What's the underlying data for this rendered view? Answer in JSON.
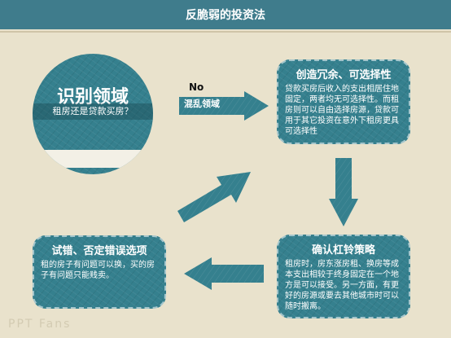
{
  "header": {
    "title": "反脆弱的投资法"
  },
  "circle": {
    "title": "识别领域",
    "subtitle": "租房还是贷款买房？"
  },
  "arrow_right": {
    "top_label": "No",
    "label": "混乱领域"
  },
  "box_top_right": {
    "title": "创造冗余、可选择性",
    "body": "贷款买房后收入的支出相居住地固定，两者均无可选择性。而租房则可以自由选择房源，贷款可用于其它投资在意外下租房更具可选择性"
  },
  "box_bottom_right": {
    "title": "确认杠铃策略",
    "body": "租房时，房东涨房租、换房等成本支出相较于终身固定在一个地方是可以接受。另一方面，有更好的房源或要去其他城市时可以随时搬离。"
  },
  "box_bottom_left": {
    "title": "试错、否定错误选项",
    "body": "租的房子有问题可以换，买的房子有问题只能贱卖。"
  },
  "watermark": "PPT Fans",
  "colors": {
    "header": "#3f7c8c",
    "teal": "#35808e",
    "background": "#e9e2cc"
  }
}
